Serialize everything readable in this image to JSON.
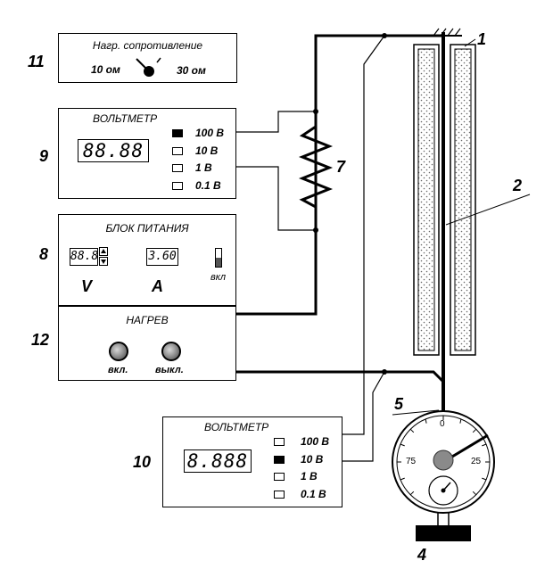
{
  "resistance": {
    "title": "Нагр. сопротивление",
    "left": "10 ом",
    "right": "30 ом"
  },
  "voltmeter9": {
    "title": "ВОЛЬТМЕТР",
    "display": "88.88",
    "ranges": [
      {
        "label": "100 В",
        "selected": true
      },
      {
        "label": "10 В",
        "selected": false
      },
      {
        "label": "1 В",
        "selected": false
      },
      {
        "label": "0.1 В",
        "selected": false
      }
    ]
  },
  "power": {
    "title": "БЛОК ПИТАНИЯ",
    "voltage_display": "88.8",
    "current_display": "3.60",
    "v_label": "V",
    "a_label": "A",
    "switch_label": "вкл"
  },
  "heating": {
    "title": "НАГРЕВ",
    "on_label": "вкл.",
    "off_label": "выкл."
  },
  "voltmeter10": {
    "title": "ВОЛЬТМЕТР",
    "display": "8.888",
    "ranges": [
      {
        "label": "100 В",
        "selected": false
      },
      {
        "label": "10 В",
        "selected": true
      },
      {
        "label": "1 В",
        "selected": false
      },
      {
        "label": "0.1 В",
        "selected": false
      }
    ]
  },
  "dial": {
    "top": "0",
    "left": "75",
    "right": "25"
  },
  "callouts": [
    "1",
    "2",
    "4",
    "5",
    "7",
    "8",
    "9",
    "10",
    "11",
    "12"
  ]
}
